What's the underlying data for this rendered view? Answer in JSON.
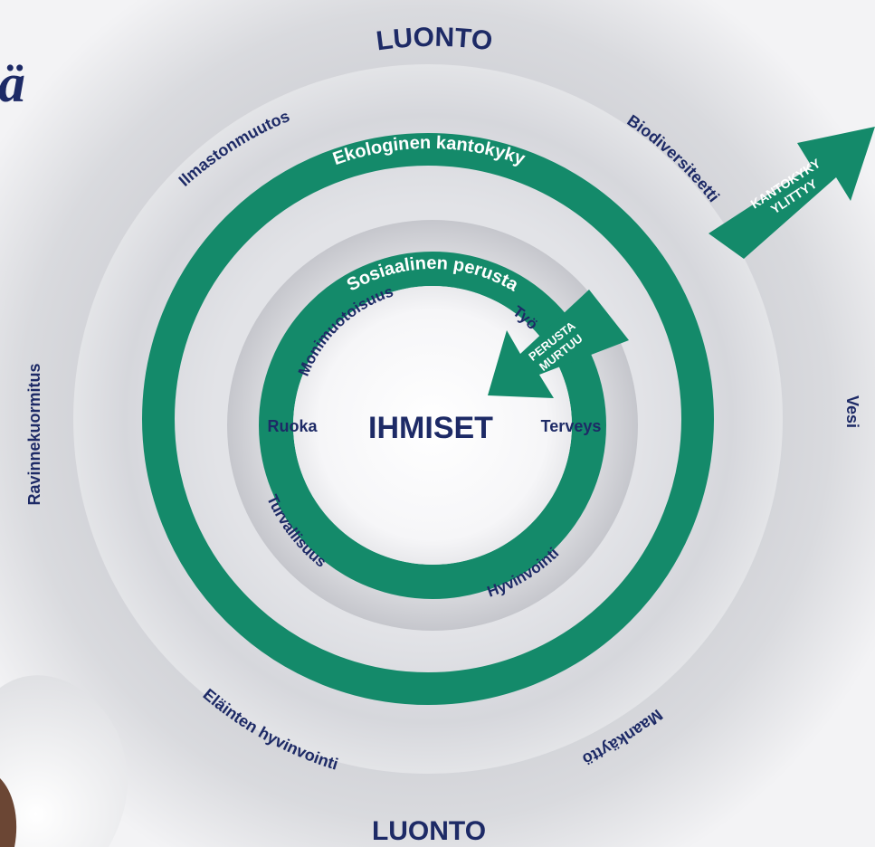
{
  "outer_label_top": "LUONTO",
  "outer_label_bottom": "LUONTO",
  "outer_ring_label": "Ekologinen kantokyky",
  "inner_ring_label": "Sosiaalinen perusta",
  "center_label": "IHMISET",
  "planetary_boundaries": [
    "Ilmastonmuutos",
    "Biodiversiteetti",
    "Vesi",
    "Maankäyttö",
    "Eläinten hyvinvointi",
    "Ravinnekuormitus"
  ],
  "social_foundation": [
    "Monimuotoisuus",
    "Työ",
    "Terveys",
    "Hyvinvointi",
    "Turvallisuus",
    "Ruoka"
  ],
  "overshoot_arrow": {
    "line1": "KANTOKYKY",
    "line2": "YLITTYY"
  },
  "shortfall_arrow": {
    "line1": "PERUSTA",
    "line2": "MURTUU"
  },
  "colors": {
    "ring": "#148a6a",
    "text": "#1d2a66",
    "background": "#f1f2f4"
  },
  "cropped_letter": "ä"
}
